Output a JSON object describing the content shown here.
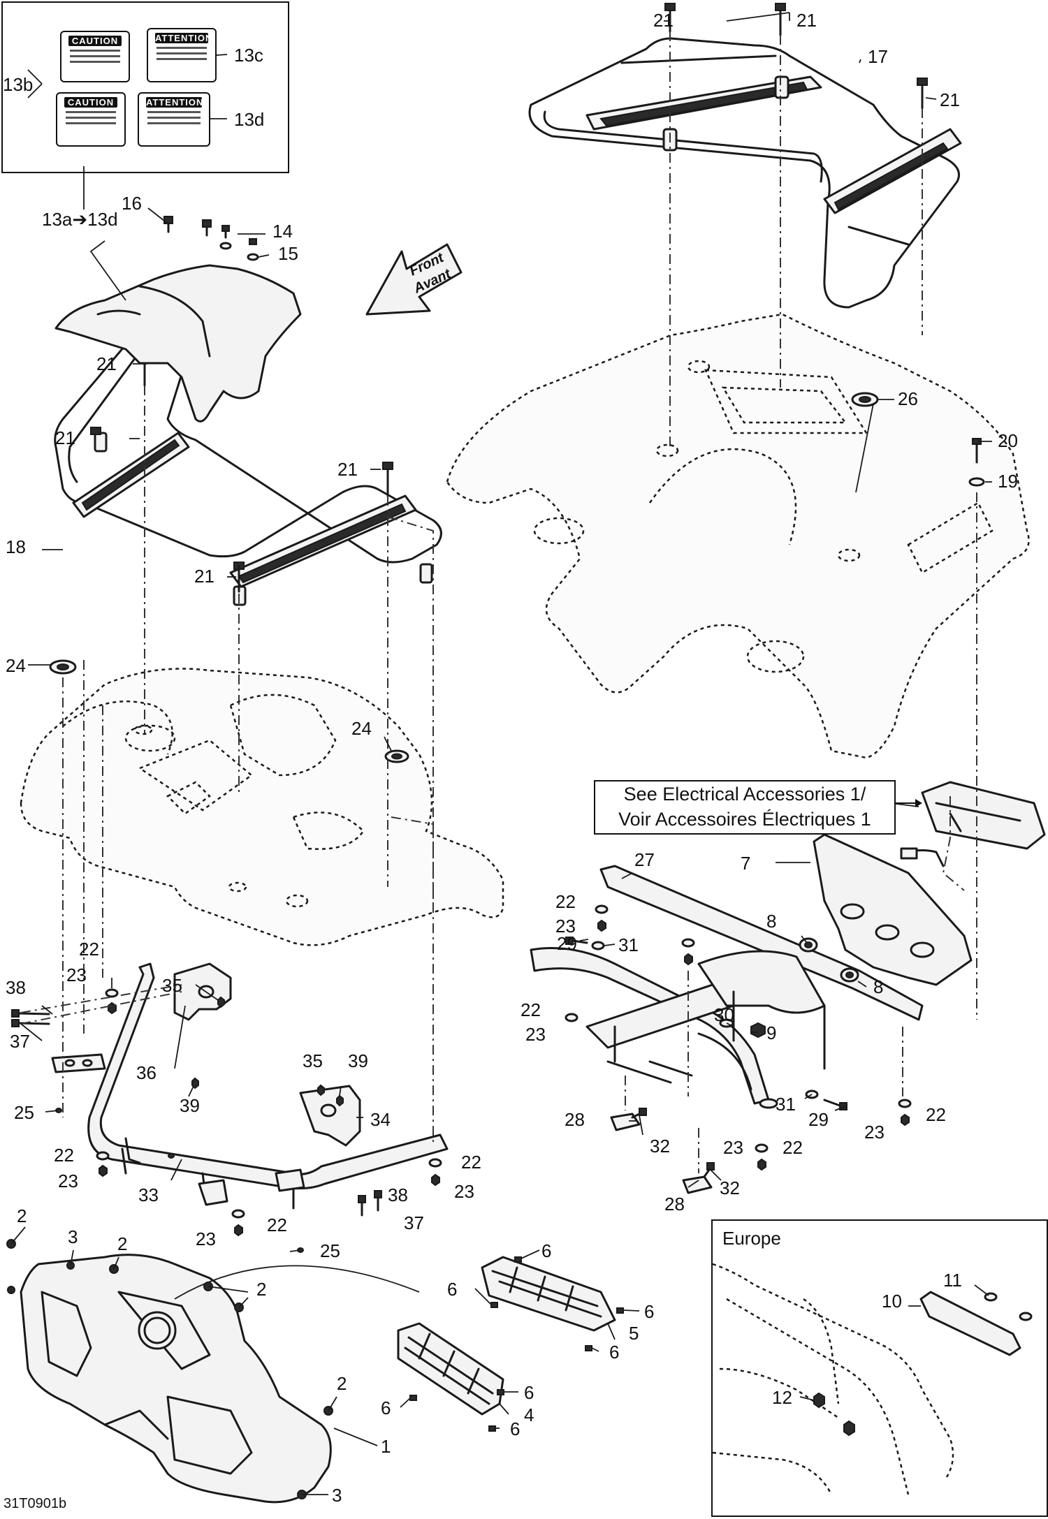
{
  "drawing_code": "31T0901b",
  "front_arrow": {
    "line1": "Front",
    "line2": "Avant"
  },
  "reference_box": {
    "line1": "See Electrical Accessories 1/",
    "line2": "Voir Accessoires Électriques 1"
  },
  "europe_inset": {
    "title": "Europe"
  },
  "decals": [
    {
      "id": "13a",
      "title": "CAUTION"
    },
    {
      "id": "13c",
      "title": "ATTENTION"
    },
    {
      "id": "13b",
      "title": "CAUTION"
    },
    {
      "id": "13d",
      "title": "ATTENTION"
    }
  ],
  "callouts": {
    "c13b": "13b",
    "c13c": "13c",
    "c13d": "13d",
    "c13a13d": "13a➔13d",
    "c16": "16",
    "c14": "14",
    "c15": "15",
    "c21_a": "21",
    "c21_b": "21",
    "c21_c": "21",
    "c21_d": "21",
    "c21_e": "21",
    "c21_f": "21",
    "c21_g": "21",
    "c17": "17",
    "c18": "18",
    "c26": "26",
    "c20": "20",
    "c19": "19",
    "c24_a": "24",
    "c24_b": "24",
    "c27": "27",
    "c7": "7",
    "c8_a": "8",
    "c8_b": "8",
    "c9": "9",
    "c30": "30",
    "c31_a": "31",
    "c31_b": "31",
    "c29_a": "29",
    "c29_b": "29",
    "c22_a": "22",
    "c22_b": "22",
    "c22_c": "22",
    "c22_d": "22",
    "c22_e": "22",
    "c22_f": "22",
    "c22_g": "22",
    "c22_h": "22",
    "c23_a": "23",
    "c23_b": "23",
    "c23_c": "23",
    "c23_d": "23",
    "c23_e": "23",
    "c23_f": "23",
    "c23_g": "23",
    "c23_h": "23",
    "c38_a": "38",
    "c38_b": "38",
    "c37_a": "37",
    "c37_b": "37",
    "c35_a": "35",
    "c35_b": "35",
    "c36": "36",
    "c39_a": "39",
    "c39_b": "39",
    "c34": "34",
    "c25_a": "25",
    "c25_b": "25",
    "c33": "33",
    "c28_a": "28",
    "c28_b": "28",
    "c32_a": "32",
    "c32_b": "32",
    "c2_a": "2",
    "c2_b": "2",
    "c2_c": "2",
    "c2_d": "2",
    "c3_a": "3",
    "c3_b": "3",
    "c1": "1",
    "c6_a": "6",
    "c6_b": "6",
    "c6_c": "6",
    "c6_d": "6",
    "c6_e": "6",
    "c6_f": "6",
    "c6_g": "6",
    "c5": "5",
    "c4": "4",
    "c10": "10",
    "c11": "11",
    "c12": "12"
  }
}
